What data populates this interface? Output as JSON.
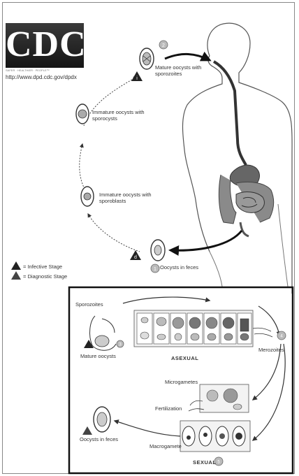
{
  "logo": {
    "text": "CDC",
    "subtitle": "SAFER · HEALTHIER · PEOPLE™",
    "url": "http://www.dpd.cdc.gov/dpdx"
  },
  "stages": {
    "mature_oocysts": "Mature oocysts with sporozoites",
    "immature_sporocysts": "Immature oocysts with sporocysts",
    "immature_sporoblasts": "Immature oocysts with sporoblasts",
    "oocysts_in_feces_top": "Oocysts in feces"
  },
  "stage_numbers": {
    "n1": "1",
    "n2": "2",
    "n3": "3",
    "n4": "4",
    "n5": "5"
  },
  "legend": {
    "infective": "= Infective Stage",
    "diagnostic": "= Diagnostic Stage",
    "infective_symbol": "i",
    "diagnostic_symbol": "d"
  },
  "inset": {
    "sporozoites": "Sporozoites",
    "mature_oocysts": "Mature oocysts",
    "asexual": "ASEXUAL",
    "merozoites": "Merozoites",
    "microgametes": "Microgametes",
    "fertilization": "Fertilization",
    "macrogametes": "Macrogamete",
    "oocysts_in_feces": "Oocysts in feces",
    "sexual": "SEXUAL"
  }
}
